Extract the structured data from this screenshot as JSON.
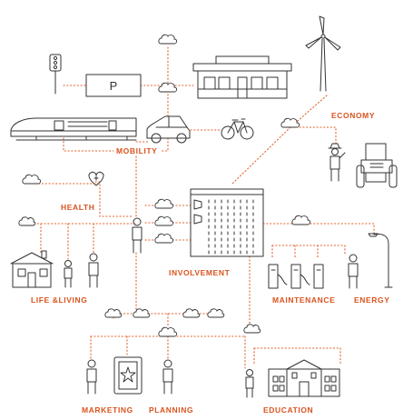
{
  "accent_color": "#d9531e",
  "line_color": "#333333",
  "labels": {
    "economy": "ECONOMY",
    "mobility": "MOBILITY",
    "health": "HEALTH",
    "involvement": "INVOLVEMENT",
    "life_living": "LIFE &LIVING",
    "maintenance": "MAINTENANCE",
    "energy": "ENERGY",
    "marketing": "MARKETING",
    "planning": "PLANNING",
    "education": "EDUCATION"
  },
  "parking_sign": "P",
  "icons": [
    "traffic-light",
    "parking-sign",
    "building",
    "wind-turbine",
    "train",
    "car",
    "bicycle",
    "tractor",
    "farmer",
    "heart",
    "person",
    "office-tower",
    "house",
    "charging-station",
    "street-lamp",
    "billboard",
    "school",
    "speech-cloud"
  ]
}
